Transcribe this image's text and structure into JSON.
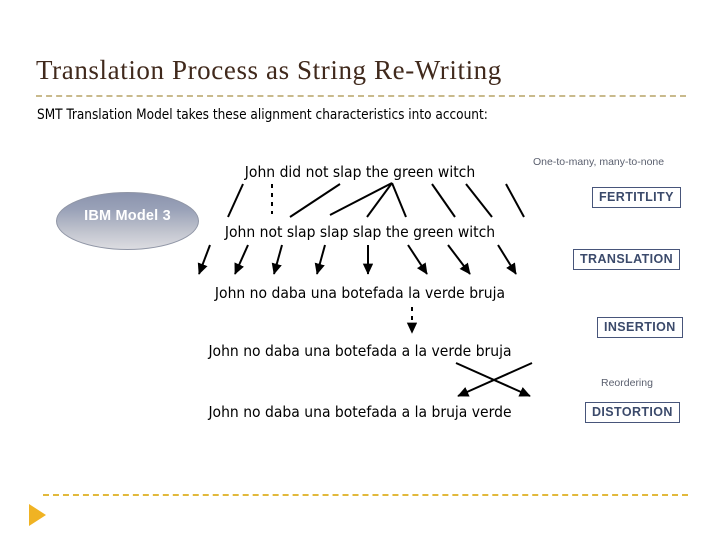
{
  "slide": {
    "title": "Translation Process as String Re-Writing",
    "subtitle": "SMT Translation Model takes these alignment characteristics into account:",
    "background": "#ffffff",
    "title_color": "#40291c",
    "rule_color": "#c9ba8c",
    "accent_color": "#f0b323"
  },
  "model_badge": {
    "label": "IBM Model 3",
    "shape": "ellipse",
    "gradient_from": "#8b94ae",
    "gradient_to": "#dcdce1",
    "text_color": "#ffffff"
  },
  "rows": [
    {
      "id": "source",
      "text": "John did not slap the green witch"
    },
    {
      "id": "fertility",
      "text": "John not slap slap slap the green witch"
    },
    {
      "id": "translation",
      "text": "John no daba una botefada la verde bruja"
    },
    {
      "id": "insertion",
      "text": "John no daba una botefada a la verde bruja"
    },
    {
      "id": "distortion",
      "text": "John no daba una botefada a la bruja verde"
    }
  ],
  "stage_notes": [
    {
      "id": "fertility-note",
      "text": "One-to-many, many-to-none"
    },
    {
      "id": "reordering-note",
      "text": "Reordering"
    }
  ],
  "stage_tags": [
    {
      "id": "fertility",
      "label": "FERTITLITY"
    },
    {
      "id": "translation",
      "label": "TRANSLATION"
    },
    {
      "id": "insertion",
      "label": "INSERTION"
    },
    {
      "id": "distortion",
      "label": "DISTORTION"
    }
  ],
  "tag_style": {
    "text_color": "#3b4a6b",
    "border_color": "#47557a",
    "note_color": "#5a5f6e"
  },
  "footer": {
    "next_icon": "play-triangle-icon",
    "next_icon_color": "#f0b323",
    "rule_color": "#e2b93c"
  }
}
